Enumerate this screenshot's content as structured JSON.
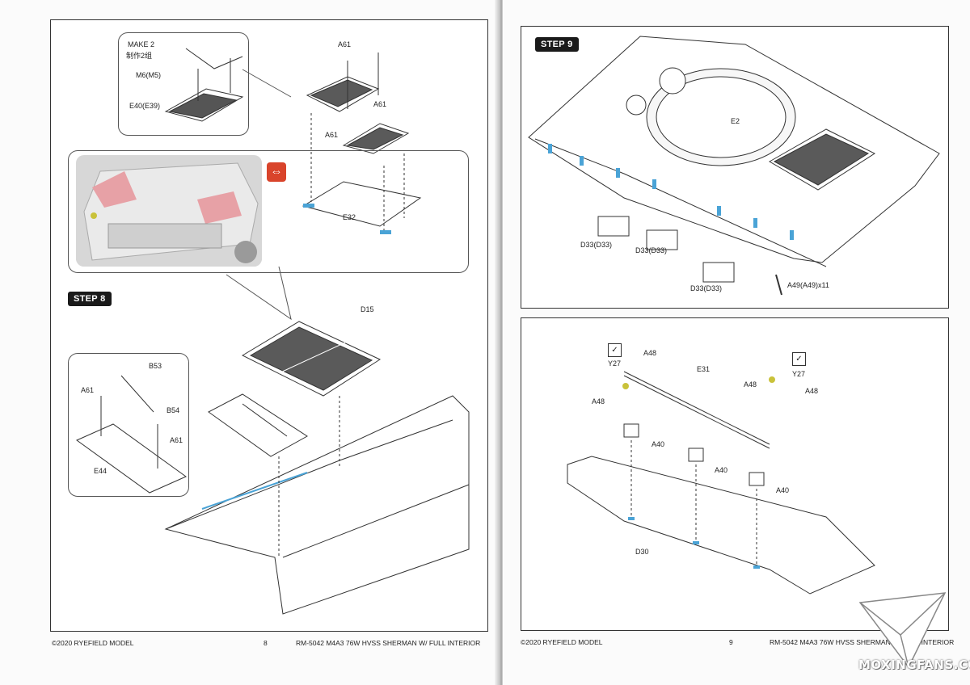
{
  "left_page": {
    "callout": {
      "make_note": "MAKE 2",
      "make_note_cn": "制作2组",
      "parts": [
        "M6(M5)",
        "E40(E39)"
      ]
    },
    "top_parts": [
      "A61",
      "A61",
      "A61",
      "E32"
    ],
    "step": "STEP 8",
    "step_parts": [
      "D15"
    ],
    "sub_callout_parts": [
      "B53",
      "A61",
      "B54",
      "A61",
      "E44"
    ],
    "footer": {
      "copyright": "©2020 RYEFIELD MODEL",
      "page_number": "8",
      "kit_title": "RM-5042  M4A3 76W HVSS SHERMAN W/ FULL INTERIOR"
    }
  },
  "right_page": {
    "step": "STEP 9",
    "step9_parts": [
      "E2",
      "D33(D33)",
      "D33(D33)",
      "D33(D33)",
      "A49(A49)x11"
    ],
    "lower_parts": [
      "A48",
      "E31",
      "Y27",
      "A48",
      "Y27",
      "A48",
      "A48",
      "A40",
      "A40",
      "A40",
      "D30"
    ],
    "footer": {
      "copyright": "©2020 RYEFIELD MODEL",
      "page_number": "9",
      "kit_title": "RM-5042  M4A3 76W HVSS SHERMAN W/ FULL INTERIOR"
    }
  },
  "watermark": {
    "text": "MOXINGFANS.COM"
  },
  "colors": {
    "accent_blue": "#4aa3d6",
    "highlight_pink": "#e7a1a6",
    "swap_icon": "#d9442b"
  },
  "icons": [
    "swap-arrows-icon",
    "glue-tool-icon"
  ]
}
